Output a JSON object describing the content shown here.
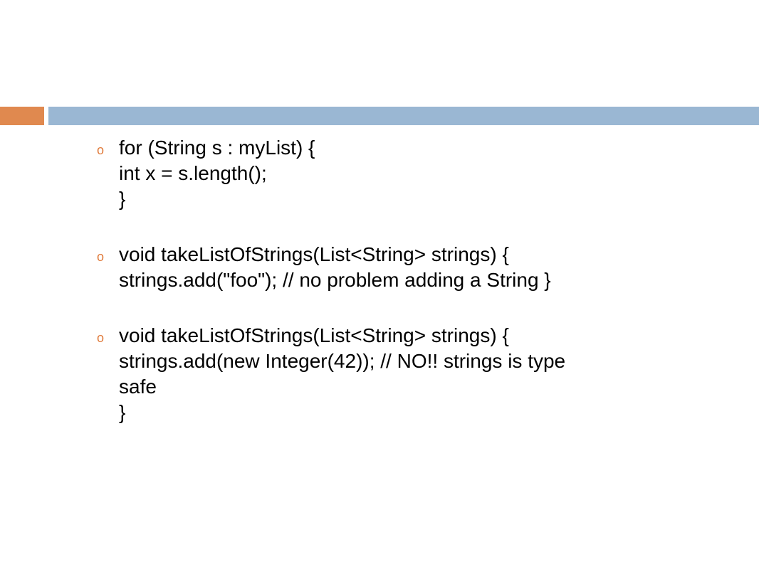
{
  "colors": {
    "accent_bar": "#e0894f",
    "main_bar": "#9ab7d3",
    "bullet": "#e07a3a",
    "text": "#000000"
  },
  "bullet_glyph": "o",
  "items": [
    {
      "lines": [
        "for (String s : myList) {",
        "int x = s.length();",
        "}"
      ]
    },
    {
      "lines": [
        "void takeListOfStrings(List<String> strings) {",
        "strings.add(\"foo\"); // no problem adding a String }"
      ]
    },
    {
      "lines": [
        "void takeListOfStrings(List<String> strings) {",
        "strings.add(new Integer(42)); // NO!! strings is type",
        "safe",
        "}"
      ]
    }
  ]
}
